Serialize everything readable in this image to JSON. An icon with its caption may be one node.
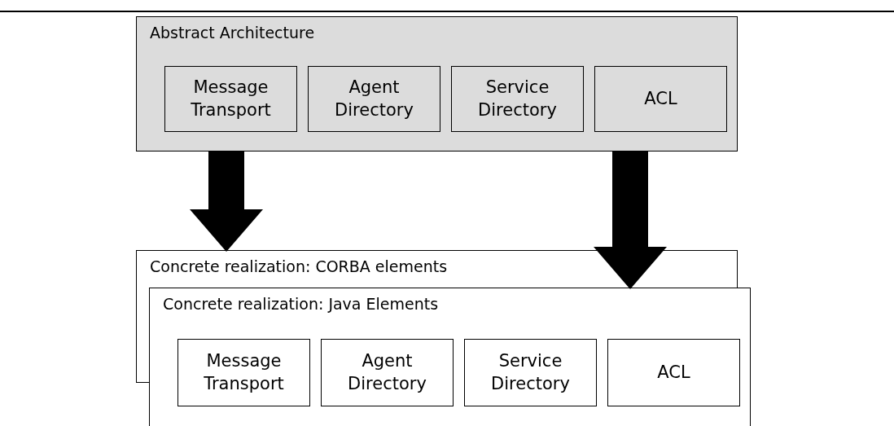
{
  "diagram": {
    "nodes": [
      {
        "text": [
          "Abstract Architecture"
        ]
      },
      {
        "text": [
          "Message Transport"
        ],
        "in": 0
      },
      {
        "text": [
          "Agent Directory"
        ],
        "in": 0
      },
      {
        "text": [
          "Service Directory"
        ],
        "in": 0
      },
      {
        "text": [
          "ACL"
        ],
        "in": 0
      },
      {
        "text": [
          "Concrete realization: CORBA elements"
        ]
      },
      {
        "text": [
          "Concrete realization: Java Elements"
        ]
      },
      {
        "text": [
          "Message Transport"
        ],
        "in": 6
      },
      {
        "text": [
          "Agent Directory"
        ],
        "in": 6
      },
      {
        "text": [
          "Service Directory"
        ],
        "in": 6
      },
      {
        "text": [
          "ACL"
        ],
        "in": 6
      }
    ],
    "edges": [
      {
        "from": 0,
        "to": 5,
        "arrow": "to"
      },
      {
        "from": 0,
        "to": 6,
        "arrow": "to"
      }
    ]
  }
}
